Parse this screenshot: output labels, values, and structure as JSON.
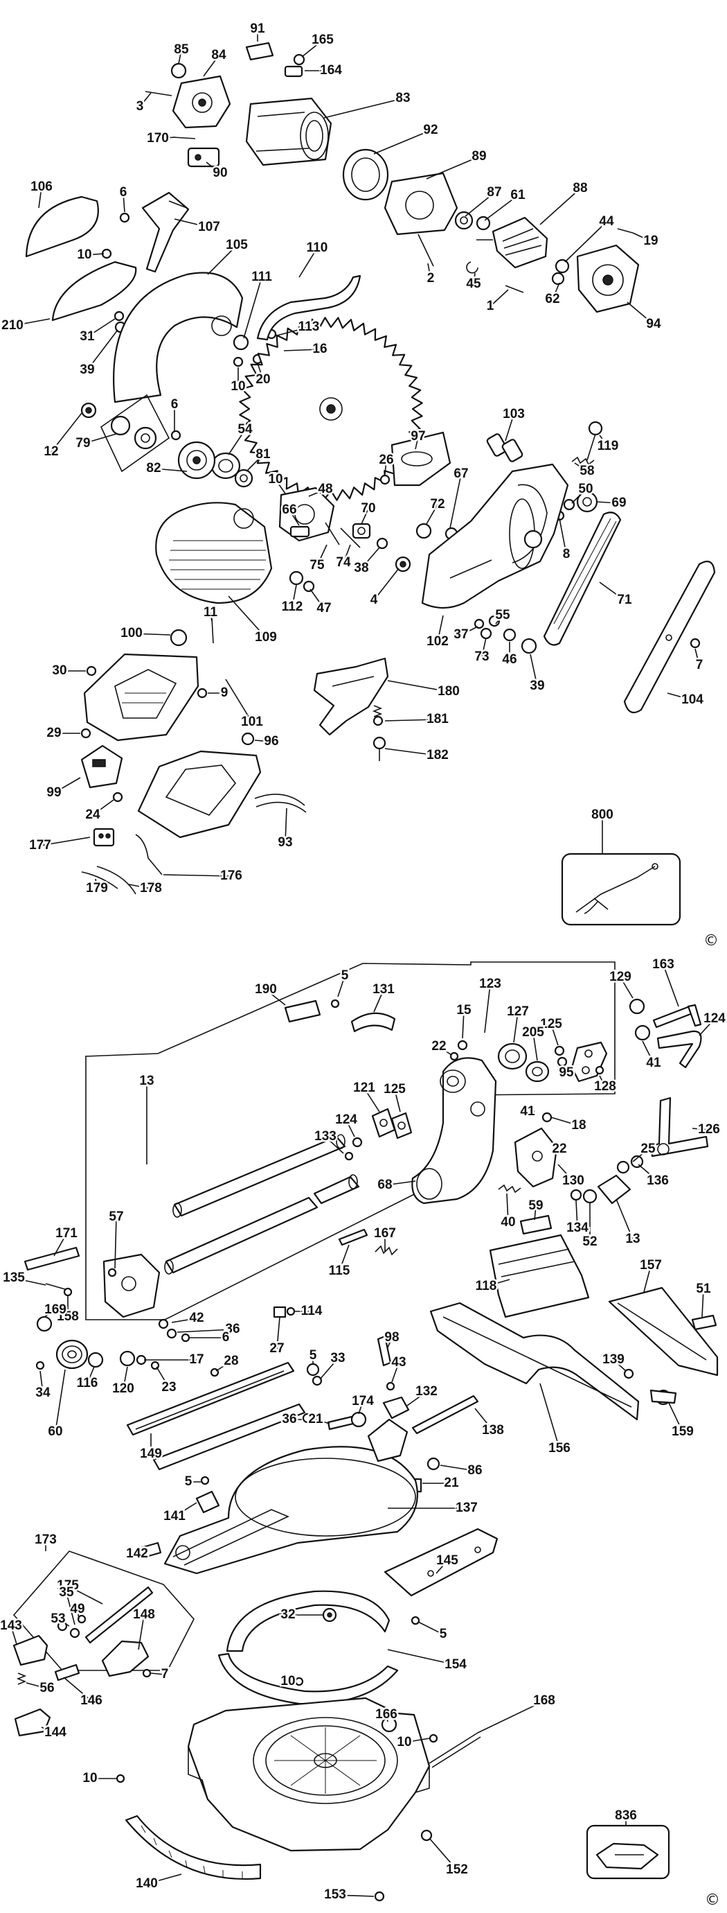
{
  "copyright_symbol": "©",
  "callouts": [
    "91",
    "85",
    "84",
    "165",
    "164",
    "3",
    "83",
    "170",
    "92",
    "90",
    "89",
    "106",
    "6",
    "87",
    "61",
    "88",
    "107",
    "44",
    "19",
    "105",
    "110",
    "10",
    "111",
    "2",
    "45",
    "62",
    "94",
    "1",
    "210",
    "31",
    "113",
    "39",
    "16",
    "20",
    "10",
    "6",
    "54",
    "12",
    "97",
    "119",
    "79",
    "103",
    "81",
    "58",
    "10",
    "26",
    "48",
    "82",
    "72",
    "67",
    "50",
    "69",
    "70",
    "8",
    "66",
    "75",
    "74",
    "38",
    "4",
    "71",
    "112",
    "47",
    "109",
    "55",
    "102",
    "37",
    "73",
    "46",
    "39",
    "11",
    "7",
    "104",
    "100",
    "30",
    "9",
    "180",
    "101",
    "181",
    "29",
    "96",
    "182",
    "99",
    "24",
    "93",
    "177",
    "176",
    "179",
    "178",
    "800",
    "5",
    "190",
    "131",
    "123",
    "129",
    "163",
    "15",
    "127",
    "125",
    "22",
    "205",
    "124",
    "95",
    "41",
    "128",
    "13",
    "121",
    "125",
    "124",
    "41",
    "18",
    "126",
    "133",
    "22",
    "25",
    "68",
    "130",
    "136",
    "40",
    "59",
    "167",
    "57",
    "13",
    "134",
    "52",
    "171",
    "115",
    "135",
    "118",
    "157",
    "158",
    "51",
    "169",
    "42",
    "36",
    "114",
    "6",
    "27",
    "98",
    "139",
    "28",
    "5",
    "33",
    "34",
    "17",
    "43",
    "132",
    "116",
    "120",
    "23",
    "174",
    "36",
    "21",
    "138",
    "159",
    "156",
    "60",
    "149",
    "86",
    "5",
    "21",
    "141",
    "137",
    "173",
    "142",
    "145",
    "175",
    "35",
    "49",
    "148",
    "53",
    "143",
    "7",
    "154",
    "32",
    "5",
    "146",
    "56",
    "10",
    "166",
    "168",
    "144",
    "10",
    "10",
    "836",
    "140",
    "152",
    "153"
  ]
}
